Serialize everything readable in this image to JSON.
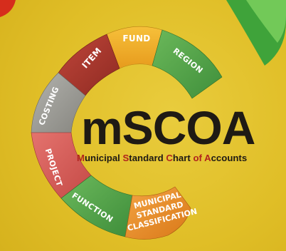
{
  "logo": {
    "title": "mSCOA",
    "subtitle_parts": [
      {
        "text": "M",
        "highlight": true
      },
      {
        "text": "unicipal ",
        "highlight": false
      },
      {
        "text": "S",
        "highlight": true
      },
      {
        "text": "tandard ",
        "highlight": false
      },
      {
        "text": "C",
        "highlight": true
      },
      {
        "text": "hart ",
        "highlight": false
      },
      {
        "text": "of ",
        "highlight": false
      },
      {
        "text": "A",
        "highlight": true
      },
      {
        "text": "ccounts",
        "highlight": false
      }
    ]
  },
  "segments": {
    "fund": "FUND",
    "region": "REGION",
    "item": "ITEM",
    "costing": "COSTING",
    "project": "PROJECT",
    "function": "FUNCTION",
    "msc_line1": "MUNICIPAL",
    "msc_line2": "STANDARD",
    "msc_line3": "CLASSIFICATION"
  },
  "colors": {
    "background": "#e2c22b",
    "fund": "#f0a923",
    "region": "#59a94b",
    "item": "#b03a2e",
    "costing": "#9c9c97",
    "project": "#d95f5b",
    "function": "#5aa84d",
    "msc": "#e8892c",
    "title": "#1f1a14",
    "accent": "#b1231d"
  }
}
